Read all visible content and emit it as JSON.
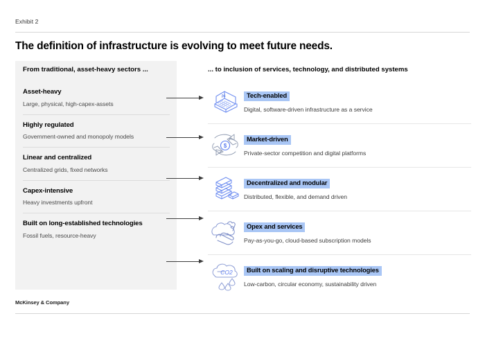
{
  "exhibit": {
    "label": "Exhibit 2"
  },
  "title": "The definition of infrastructure is evolving to meet future needs.",
  "columns": {
    "left_header": "From traditional, asset-heavy sectors ...",
    "right_header": "... to inclusion of services, technology, and distributed systems"
  },
  "colors": {
    "highlight": "#a9c6f5",
    "panel_gray": "#f2f2f2",
    "icon_blue": "#6f8ef0",
    "rule_gray": "#d6d6d6",
    "arrow": "#3c3c3c"
  },
  "left_rows": [
    {
      "title": "Asset-heavy",
      "subtitle": "Large, physical, high-capex-assets"
    },
    {
      "title": "Highly regulated",
      "subtitle": "Government-owned and monopoly models"
    },
    {
      "title": "Linear and centralized",
      "subtitle": "Centralized grids, fixed networks"
    },
    {
      "title": "Capex-intensive",
      "subtitle": "Heavy investments upfront"
    },
    {
      "title": "Built on long-established technologies",
      "subtitle": "Fossil fuels, resource-heavy"
    }
  ],
  "right_rows": [
    {
      "icon": "laptop-ai-icon",
      "icon_label": "AI",
      "tag": "Tech-enabled",
      "subtitle": "Digital, software-driven infrastructure as a service"
    },
    {
      "icon": "hands-exchange-money-icon",
      "icon_label": "$",
      "tag": "Market-driven",
      "subtitle": "Private-sector competition and digital platforms"
    },
    {
      "icon": "modular-bricks-icon",
      "icon_label": "",
      "tag": "Decentralized and modular",
      "subtitle": "Distributed, flexible, and demand driven"
    },
    {
      "icon": "hand-cloud-icon",
      "icon_label": "",
      "tag": "Opex and services",
      "subtitle": "Pay-as-you-go, cloud-based subscription models"
    },
    {
      "icon": "co2-cloud-droplets-icon",
      "icon_label": "CO2",
      "tag": "Built on scaling and disruptive technologies",
      "subtitle": "Low-carbon, circular economy, sustainability driven"
    }
  ],
  "footer": {
    "brand": "McKinsey & Company"
  }
}
